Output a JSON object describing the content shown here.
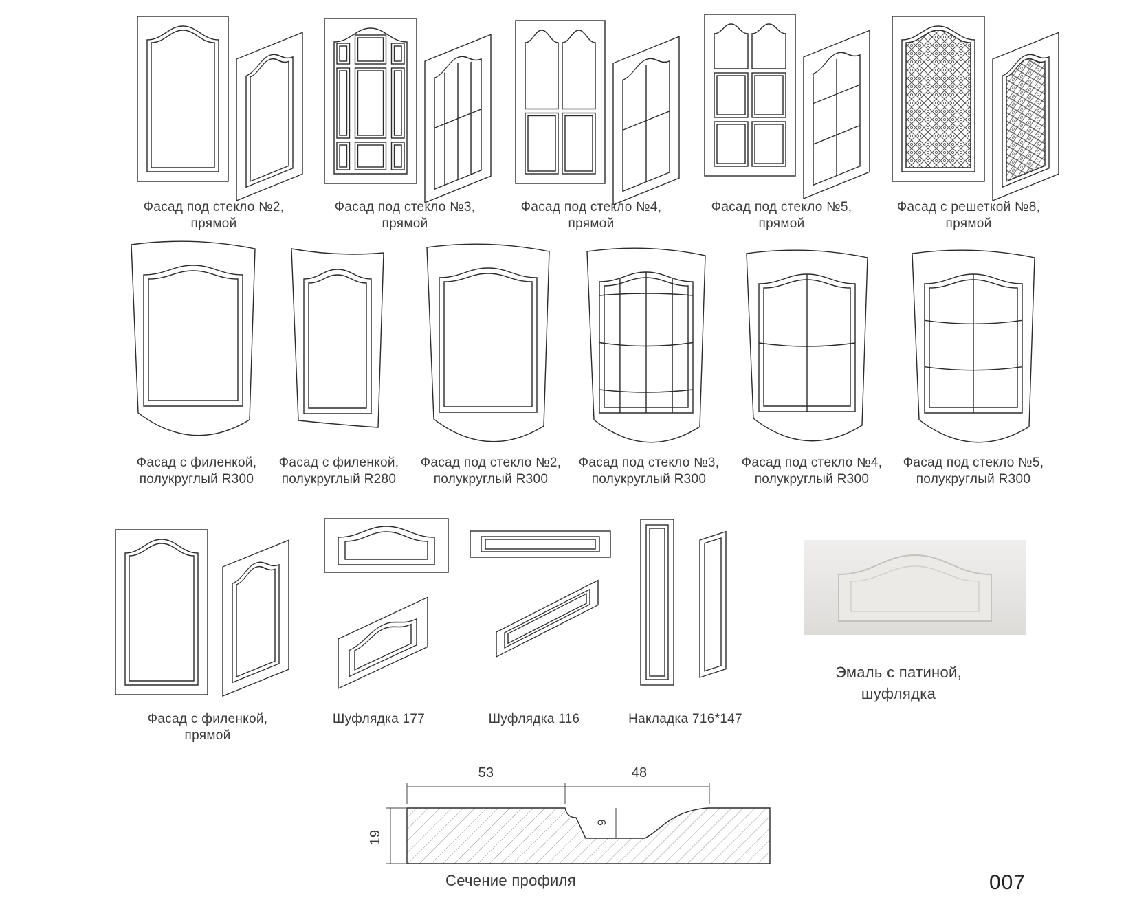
{
  "row1": [
    {
      "line1": "Фасад под стекло №2,",
      "line2": "прямой",
      "design": "arch-panel"
    },
    {
      "line1": "Фасад под стекло №3,",
      "line2": "прямой",
      "design": "arch-grid-3"
    },
    {
      "line1": "Фасад под стекло №4,",
      "line2": "прямой",
      "design": "arch-grid-4"
    },
    {
      "line1": "Фасад под стекло №5,",
      "line2": "прямой",
      "design": "arch-grid-5"
    },
    {
      "line1": "Фасад с решеткой №8,",
      "line2": "прямой",
      "design": "arch-lattice"
    }
  ],
  "row2": [
    {
      "line1": "Фасад с филенкой,",
      "line2": "полукруглый R300",
      "design": "curved-raised-panel"
    },
    {
      "line1": "Фасад с филенкой,",
      "line2": "полукруглый R280",
      "design": "concave-raised-panel"
    },
    {
      "line1": "Фасад под стекло №2,",
      "line2": "полукруглый R300",
      "design": "curved-panel"
    },
    {
      "line1": "Фасад под стекло №3,",
      "line2": "полукруглый R300",
      "design": "curved-grid-3"
    },
    {
      "line1": "Фасад под стекло №4,",
      "line2": "полукруглый R300",
      "design": "curved-grid-4"
    },
    {
      "line1": "Фасад под стекло №5,",
      "line2": "полукруглый R300",
      "design": "curved-grid-5"
    }
  ],
  "row3": [
    {
      "line1": "Фасад с филенкой,",
      "line2": "прямой"
    },
    {
      "line1": "Шуфлядка 177"
    },
    {
      "line1": "Шуфлядка 116"
    },
    {
      "line1": "Накладка 716*147"
    }
  ],
  "photo_caption": {
    "line1": "Эмаль с патиной,",
    "line2": "шуфлядка"
  },
  "profile": {
    "caption": "Сечение профиля",
    "dim_left": "53",
    "dim_right": "48",
    "dim_height": "19",
    "dim_depth": "9"
  },
  "page_number": "007",
  "colors": {
    "line": "#2b2b2b",
    "photo_bg": "#e4e4e4",
    "text": "#3a3a3a"
  }
}
